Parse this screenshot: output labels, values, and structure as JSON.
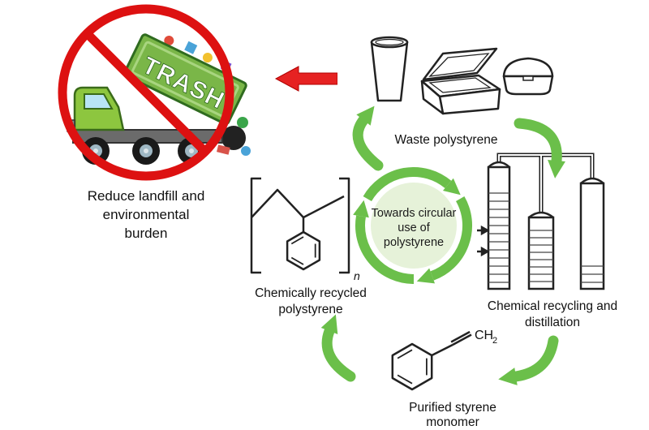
{
  "diagram": {
    "trash_label": "TRASH",
    "caption_lines": [
      "Reduce landfill and",
      "environmental",
      "burden"
    ],
    "center_lines": [
      "Towards circular",
      "use of",
      "polystyrene"
    ],
    "labels": {
      "waste": "Waste polystyrene",
      "recycled_lines": [
        "Chemically recycled",
        "polystyrene"
      ],
      "distillation_lines": [
        "Chemical recycling and",
        "distillation"
      ],
      "monomer_lines": [
        "Purified styrene",
        "monomer"
      ]
    },
    "chemistry": {
      "repeat_subscript": "n",
      "vinyl_group": "CH",
      "vinyl_subscript": "2"
    },
    "colors": {
      "arrow_green": "#6bbf4a",
      "cycle_fill": "#e6f2d9",
      "prohibition_red": "#dd1111",
      "truck_green": "#8dc63f",
      "bed_green": "#7ab648",
      "outline": "#1a1a1a"
    }
  }
}
